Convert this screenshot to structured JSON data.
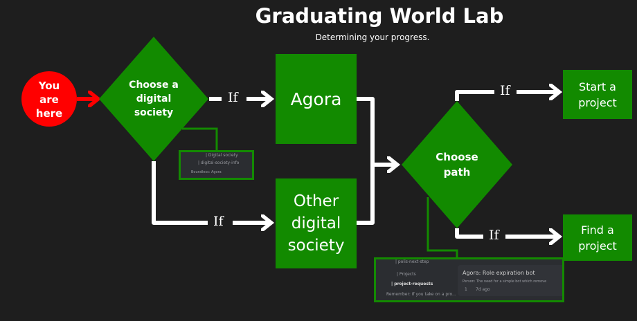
{
  "header": {
    "title": "Graduating World Lab",
    "subtitle": "Determining your progress."
  },
  "start_marker": "You are here",
  "nodes": {
    "choose_society": "Choose a digital society",
    "agora": "Agora",
    "other_society": "Other digital society",
    "choose_path": "Choose path",
    "start_project": "Start a project",
    "find_project": "Find a project"
  },
  "edge_labels": {
    "if_agora": "If",
    "if_other": "If",
    "if_start": "If",
    "if_find": "If"
  },
  "inset_society": {
    "category": "| Digital society",
    "channel": "| digital-society-info",
    "thread": "Boundless: Agora"
  },
  "inset_projects": {
    "channel": "| polis-next-step",
    "category": "| Projects",
    "forum": "| project-requests",
    "thread": "Remember: If you take on a pro...",
    "post_title": "Agora: Role expiration bot",
    "post_body": "Person: The need for a simple bot which remove",
    "post_replies": "1",
    "post_age": "7d ago"
  },
  "colors": {
    "node": "#128a00",
    "start": "#ff0000",
    "arrow": "#ffffff",
    "background": "#1e1e1e"
  }
}
